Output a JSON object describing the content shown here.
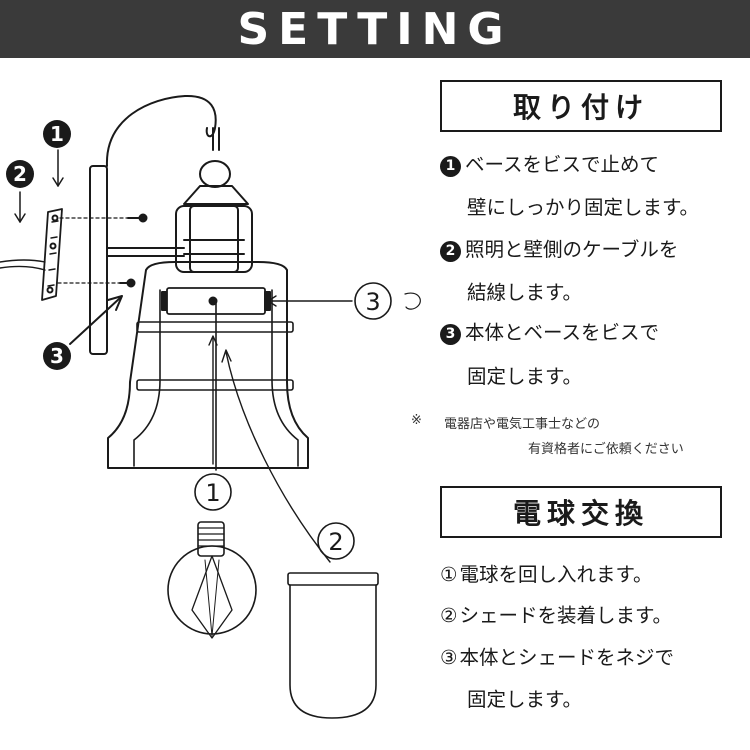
{
  "header": {
    "title": "SETTING"
  },
  "illustration": {
    "callouts": [
      "❶",
      "❷",
      "❸",
      "③",
      "①",
      "②"
    ]
  },
  "mounting": {
    "heading": "取り付け",
    "steps": [
      {
        "badge": "1",
        "line1": "ベースをビスで止めて",
        "line2": "壁にしっかり固定します。"
      },
      {
        "badge": "2",
        "line1": "照明と壁側のケーブルを",
        "line2": "結線します。"
      },
      {
        "badge": "3",
        "line1": "本体とベースをビスで",
        "line2": "固定します。"
      }
    ],
    "note_mark": "※",
    "note_line1": "電器店や電気工事士などの",
    "note_line2": "有資格者にご依頼ください"
  },
  "bulb_change": {
    "heading": "電球交換",
    "steps": [
      {
        "num": "①",
        "line1": "電球を回し入れます。"
      },
      {
        "num": "②",
        "line1": "シェードを装着します。"
      },
      {
        "num": "③",
        "line1": "本体とシェードをネジで",
        "line2": "固定します。"
      }
    ]
  }
}
